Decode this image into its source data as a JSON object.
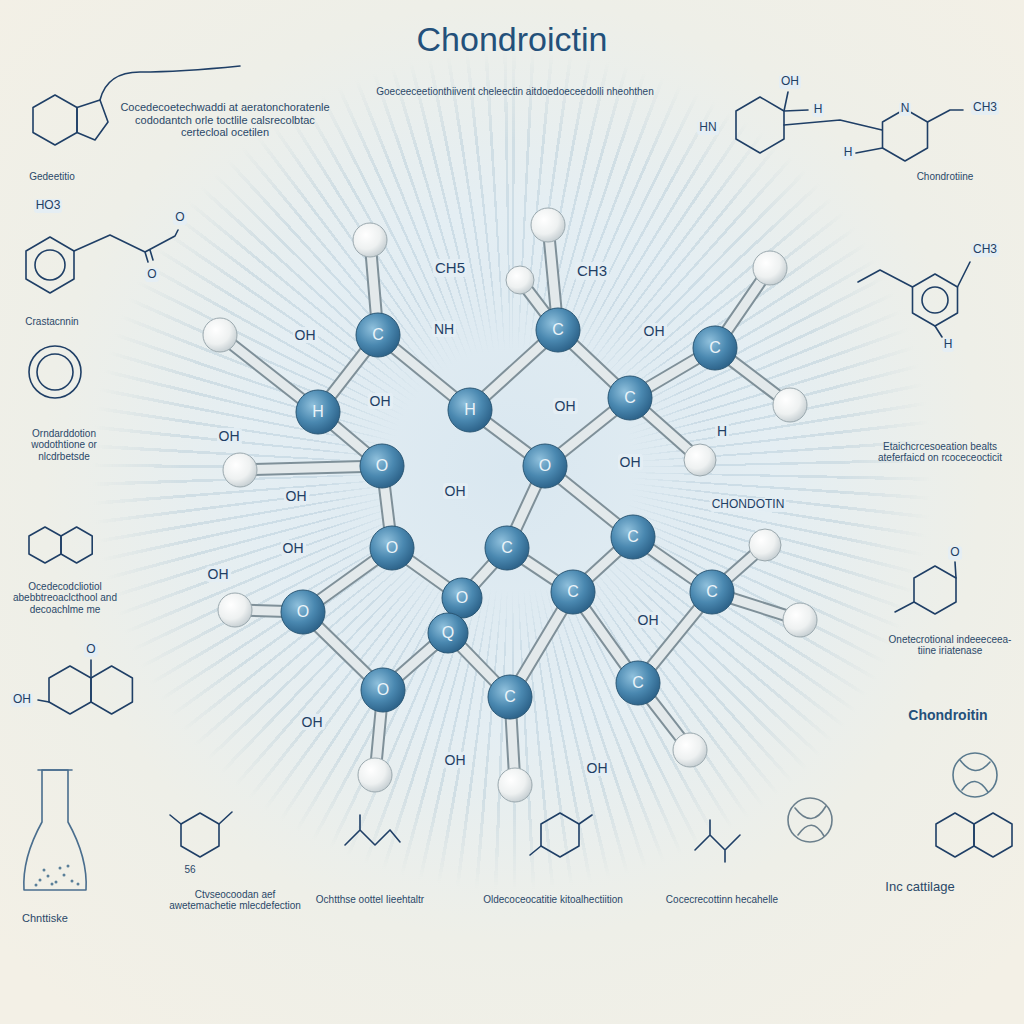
{
  "diagram": {
    "title": "Chondroictin",
    "labels": [
      "Cocedecoetechwaddi at aeratonchoratenle cododantch orle toctlile calsrecolbtac certecloal ocetilen",
      "Goeceeceetionthiivent cheleectin aitdoedoeceedolli nheohthen",
      "Gedeetitio",
      "Chondrotiine",
      "Crastacnnin",
      "Orndarddotion wodothtione or nlcdrbetsde",
      "Etaichcrcesoeation bealts ateferfaicd on rcoceceocticit",
      "CHONDOTIN",
      "Ocedecodcliotiol abebbtreoaclcthool and decoachlme me",
      "Onetecrotional indeeeceea-tiine iriatenase",
      "Chondroitin",
      "Chnttiske",
      "Ctvseocoodan aef awetemachetie mlecdefection",
      "Ochtthse oottel Iieehtaltr",
      "Oldecoceocatitie kitoalhectiition",
      "Cocecrecottinn hecahelle",
      "Inc cattilage",
      "56",
      "HO3",
      "O",
      "O",
      "OH",
      "H",
      "CH3",
      "HN",
      "N",
      "H",
      "CH3",
      "H",
      "OH",
      "O",
      "O",
      "CH5",
      "CH3",
      "OH",
      "NH",
      "OH",
      "OH",
      "OH",
      "OH",
      "H",
      "OH",
      "OH",
      "OH",
      "OH",
      "OH",
      "OH",
      "OH",
      "OH",
      "OH",
      "C",
      "C",
      "C",
      "H",
      "H",
      "C",
      "O",
      "O",
      "C",
      "O",
      "C",
      "C",
      "C",
      "O",
      "O",
      "Q",
      "O",
      "C",
      "C"
    ]
  }
}
